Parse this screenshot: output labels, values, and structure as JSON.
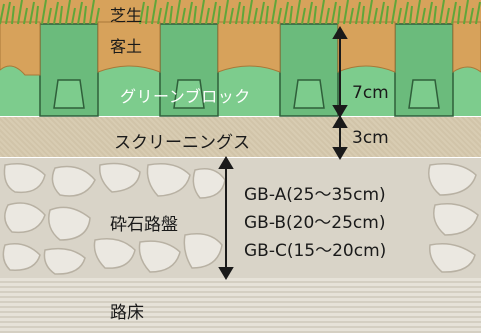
{
  "labels": {
    "turf": "芝生",
    "top_soil": "客土",
    "green_block": "グリーンブロック",
    "green_block_depth": "7cm",
    "screenings": "スクリーニングス",
    "screenings_depth": "3cm",
    "crushed_stone_base": "砕石路盤",
    "gb_a": "GB-A(25〜35cm)",
    "gb_b": "GB-B(20〜25cm)",
    "gb_c": "GB-C(15〜20cm)",
    "subgrade": "路床"
  },
  "colors": {
    "grass": "#5fa63a",
    "soil": "#d7a25b",
    "green_block": "#7dcc8d",
    "block_outline": "#2f5f3a",
    "screenings": "#d8ccb2",
    "gravel": "#d9d4c8",
    "subgrade": "#e6e2d8",
    "arrow": "#1a1a1a"
  }
}
